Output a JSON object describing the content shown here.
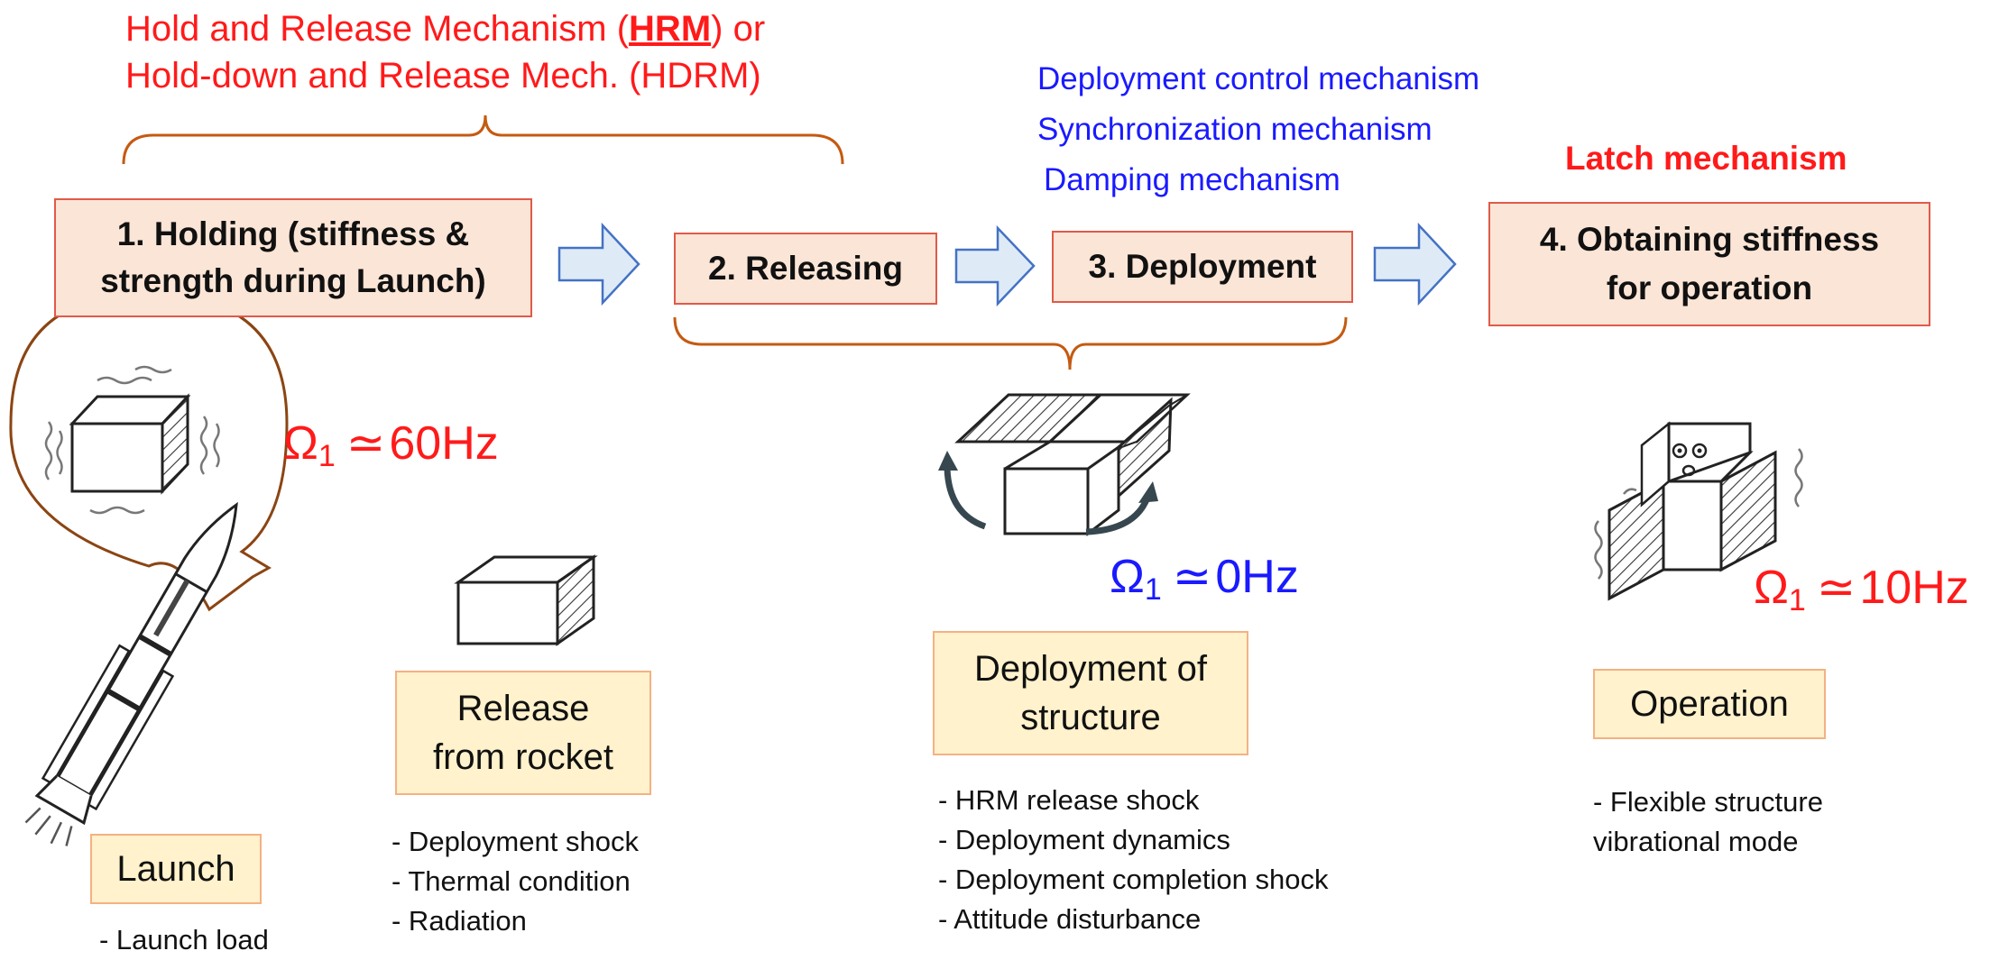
{
  "hrm_label": {
    "line1_pre": "Hold and Release Mechanism (",
    "line1_acronym": "HRM",
    "line1_post": ") or",
    "line2": "Hold-down and Release Mech. (HDRM)"
  },
  "deployment_mechanisms": [
    "Deployment control mechanism",
    "Synchronization mechanism",
    "Damping mechanism"
  ],
  "latch_label": "Latch mechanism",
  "phases": [
    {
      "line1": "1. Holding (stiffness &",
      "line2": "strength during Launch)"
    },
    {
      "line1": "2. Releasing"
    },
    {
      "line1": "3. Deployment"
    },
    {
      "line1": "4. Obtaining stiffness",
      "line2": "for operation"
    }
  ],
  "stages": {
    "launch": {
      "label": "Launch",
      "bullets": [
        "- Launch load"
      ]
    },
    "release": {
      "label1": "Release",
      "label2": "from rocket",
      "bullets": [
        "- Deployment shock",
        "- Thermal condition",
        "- Radiation"
      ]
    },
    "deployment": {
      "label1": "Deployment of",
      "label2": "structure",
      "bullets": [
        "- HRM release shock",
        "- Deployment dynamics",
        "- Deployment completion shock",
        "- Attitude disturbance"
      ]
    },
    "operation": {
      "label": "Operation",
      "bullets": [
        "- Flexible structure",
        "vibrational mode"
      ]
    }
  },
  "frequencies": [
    {
      "symbol": "Ω",
      "subscript": "1",
      "relation": "≃",
      "value": "60Hz",
      "color": "#ff1a1a"
    },
    {
      "symbol": "Ω",
      "subscript": "1",
      "relation": "≃",
      "value": "0Hz",
      "color": "#1a1aff"
    },
    {
      "symbol": "Ω",
      "subscript": "1",
      "relation": "≃",
      "value": "10Hz",
      "color": "#ff1a1a"
    }
  ],
  "colors": {
    "phase_fill": "#fbe5d6",
    "phase_border": "#e05a4a",
    "stage_fill": "#fff2cc",
    "stage_border": "#f4b183",
    "bracket": "#c55a11",
    "arrow_fill": "#deebf7",
    "arrow_stroke": "#4472c4"
  }
}
